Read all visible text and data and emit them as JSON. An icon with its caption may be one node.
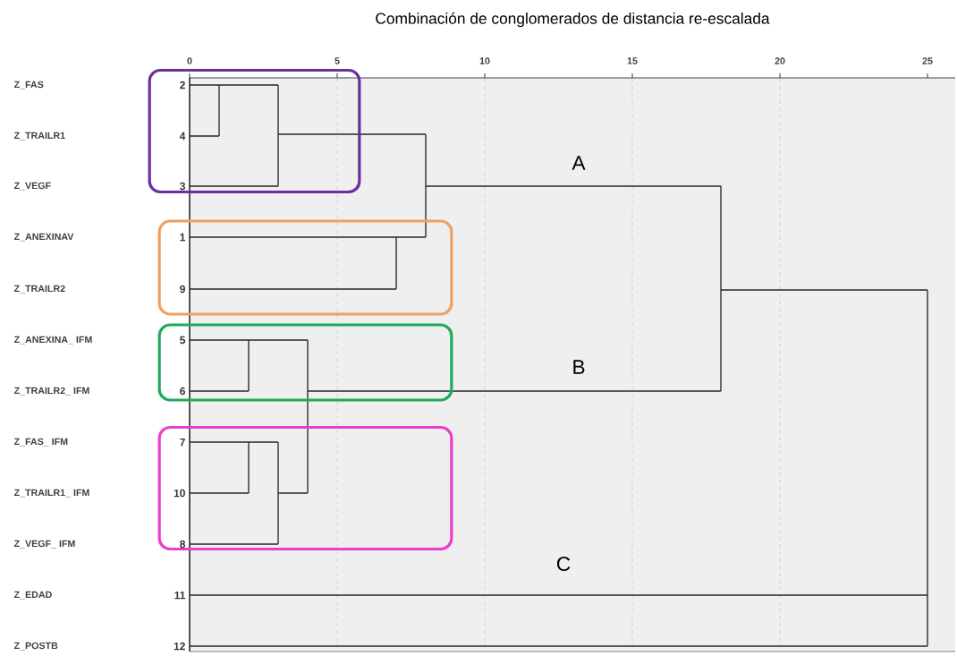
{
  "diagram": {
    "title": "Combinación de conglomerados de distancia re-escalada",
    "nodes": [
      {
        "text": [],
        "shape": "box"
      },
      {
        "text": [],
        "shape": "box"
      },
      {
        "text": [],
        "shape": "box"
      },
      {
        "text": [],
        "shape": "box"
      }
    ],
    "labels": [
      "0",
      "5",
      "10",
      "15",
      "20",
      "25",
      "Z_FAS",
      "2",
      "Z_TRAILR1",
      "4",
      "Z_VEGF",
      "3",
      "Z_ANEXINAV",
      "1",
      "Z_TRAILR2",
      "9",
      "Z_ANEXINA_ IFM",
      "5",
      "Z_TRAILR2_ IFM",
      "6",
      "Z_FAS_ IFM",
      "7",
      "Z_TRAILR1_ IFM",
      "10",
      "Z_VEGF_ IFM",
      "8",
      "Z_EDAD",
      "11",
      "Z_POSTB",
      "12",
      "A",
      "B",
      "C"
    ]
  }
}
